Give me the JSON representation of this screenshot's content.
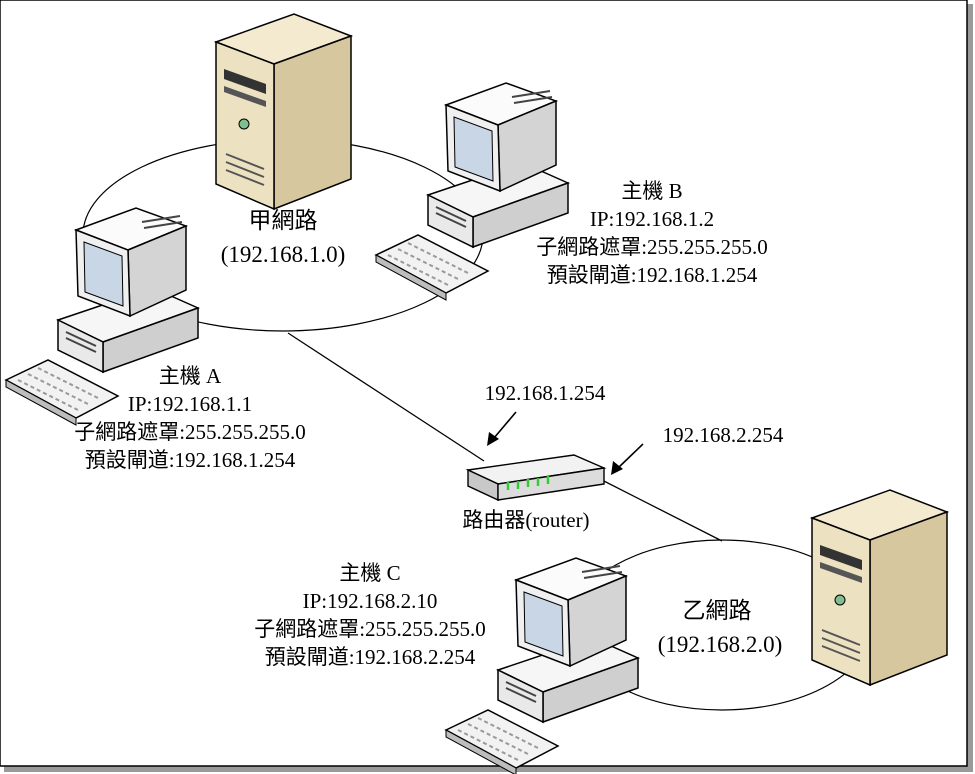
{
  "networks": {
    "net_a": {
      "name": "甲網路",
      "address": "(192.168.1.0)"
    },
    "net_b": {
      "name": "乙網路",
      "address": "(192.168.2.0)"
    }
  },
  "hosts": {
    "host_a": {
      "title": "主機 A",
      "ip": "IP:192.168.1.1",
      "mask": "子網路遮罩:255.255.255.0",
      "gateway": "預設閘道:192.168.1.254"
    },
    "host_b": {
      "title": "主機 B",
      "ip": "IP:192.168.1.2",
      "mask": "子網路遮罩:255.255.255.0",
      "gateway": "預設閘道:192.168.1.254"
    },
    "host_c": {
      "title": "主機 C",
      "ip": "IP:192.168.2.10",
      "mask": "子網路遮罩:255.255.255.0",
      "gateway": "預設閘道:192.168.2.254"
    }
  },
  "router": {
    "label": "路由器(router)",
    "iface_1": "192.168.1.254",
    "iface_2": "192.168.2.254"
  },
  "colors": {
    "tower": "#e8dcb8",
    "monitor": "#f2f2f2",
    "screen": "#c9d6e6",
    "router_led": "#33cc33"
  }
}
